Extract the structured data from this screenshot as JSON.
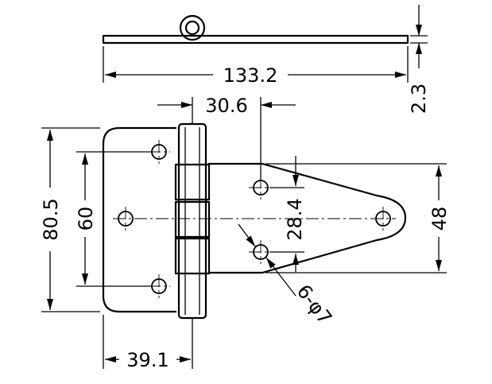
{
  "drawing": {
    "dimensions": {
      "overall_length": "133.2",
      "plate_thickness": "2.3",
      "leaf_to_hole": "30.6",
      "leaf_height": "80.5",
      "hole_spacing_leaf": "60",
      "hole_spacing_strap": "28.4",
      "strap_height": "48",
      "leaf_width": "39.1",
      "hole_diameter": "6-φ7"
    }
  }
}
